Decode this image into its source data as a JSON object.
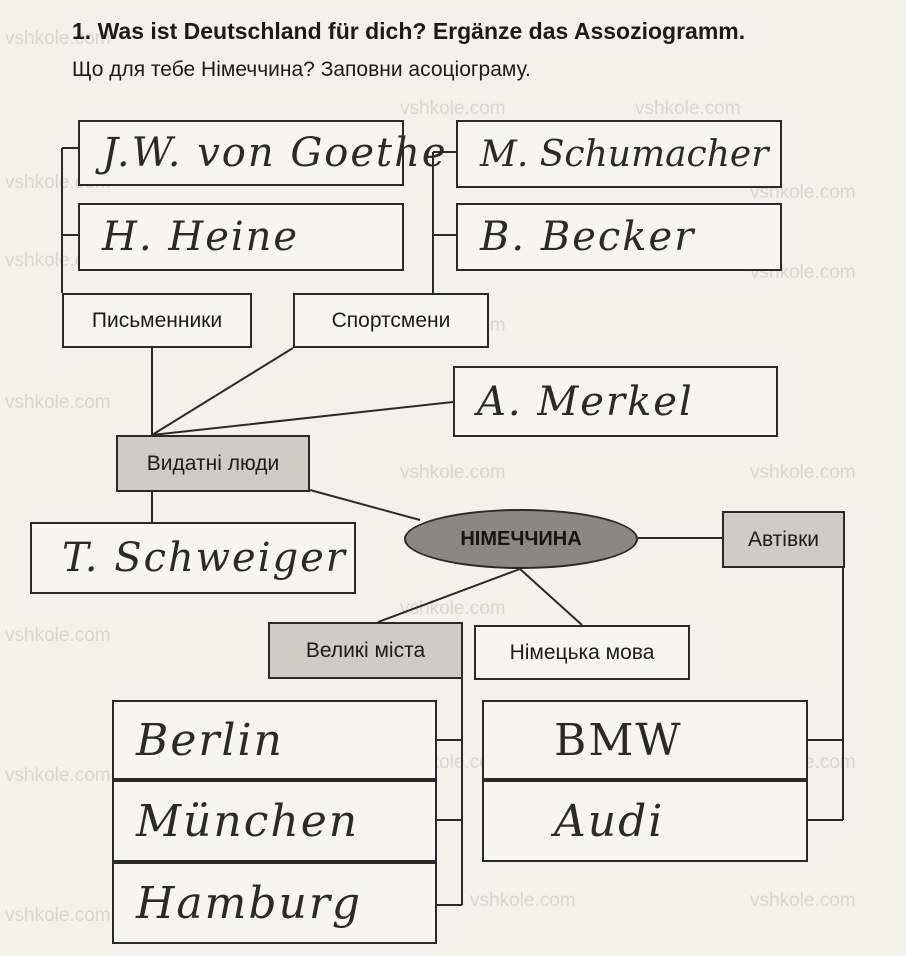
{
  "header": {
    "title": "1. Was ist Deutschland für dich? Ergänze das Assoziogramm.",
    "subtitle": "Що для тебе Німеччина? Заповни асоціограму."
  },
  "center": "НІМЕЧЧИНА",
  "categories": {
    "writers": "Письменники",
    "athletes": "Спортсмени",
    "famous_people": "Видатні люди",
    "cars": "Автівки",
    "big_cities": "Великі міста",
    "german_language": "Німецька мова"
  },
  "answers": {
    "goethe": "J.W. von Goethe",
    "heine": "H. Heine",
    "schumacher": "M. Schumacher",
    "becker": "B. Becker",
    "merkel": "A. Merkel",
    "schweiger": "T. Schweiger",
    "berlin": "Berlin",
    "muenchen": "München",
    "hamburg": "Hamburg",
    "bmw": "BMW",
    "audi": "Audi"
  },
  "watermark": "vshkole.com"
}
